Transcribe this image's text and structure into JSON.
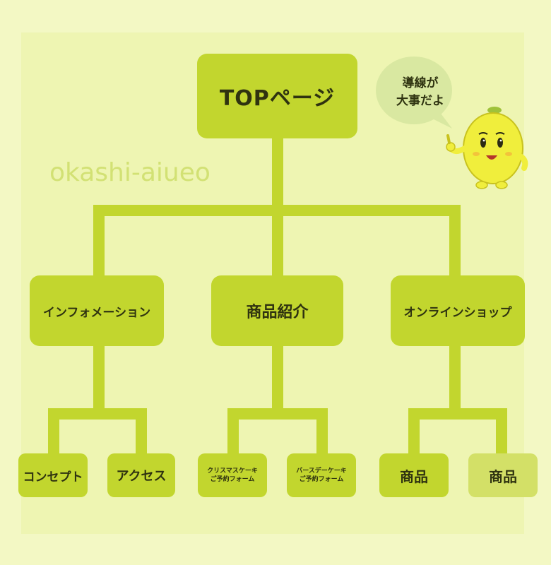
{
  "diagram": {
    "root": "TOPページ",
    "sections": [
      {
        "label": "インフォメーション",
        "children": [
          "コンセプト",
          "アクセス"
        ]
      },
      {
        "label": "商品紹介",
        "children": [
          "クリスマスケーキ\nご予約フォーム",
          "バースデーケーキ\nご予約フォーム"
        ]
      },
      {
        "label": "オンラインショップ",
        "children": [
          "商品",
          "商品"
        ]
      }
    ]
  },
  "watermark": "okashi-aiueo",
  "bubble": {
    "line1": "導線が",
    "line2": "大事だよ"
  },
  "colors": {
    "background": "#f3f8c4",
    "panel": "#eef5b2",
    "box": "#c2d62e",
    "connector": "#c2d62e",
    "bubble": "#d9e8a1",
    "lemon": "#f0ee3c",
    "watermark": "#d2e174"
  },
  "icons": {
    "mascot": "lemon-mascot-icon",
    "bubble": "speech-bubble-icon"
  }
}
